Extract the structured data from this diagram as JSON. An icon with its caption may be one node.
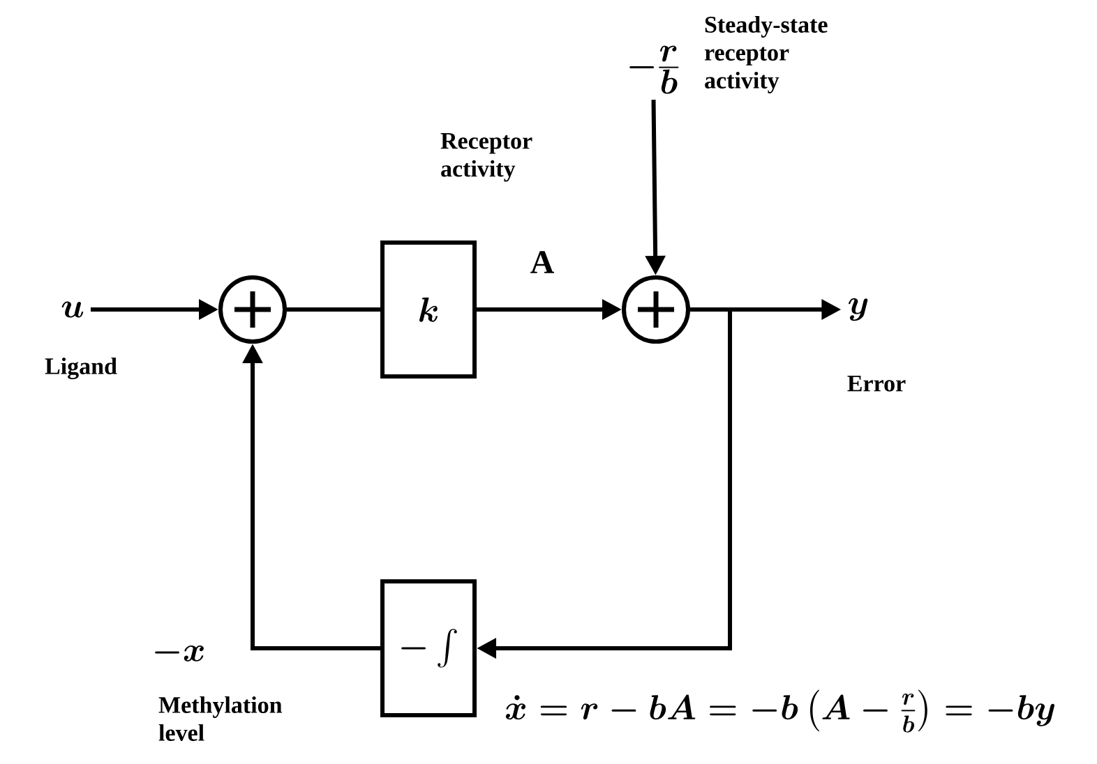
{
  "diagram": {
    "nodes": [
      {
        "text": [
          "u"
        ],
        "beside": [
          "Ligand"
        ]
      },
      {
        "text": [],
        "shape": "circle"
      },
      {
        "text": [
          "k"
        ]
      },
      {
        "text": [],
        "shape": "circle"
      },
      {
        "text": [
          "y"
        ],
        "beside": [
          "Error"
        ]
      },
      {
        "text": [
          "-\\frac{r}{b}"
        ],
        "beside": [
          "Steady-state receptor activity"
        ]
      },
      {
        "text": [
          "-\\int"
        ]
      }
    ],
    "edges": [
      {
        "from": 0,
        "to": 1,
        "arrow": "to"
      },
      {
        "from": 1,
        "to": 2,
        "arrow": "none"
      },
      {
        "from": 2,
        "to": 3,
        "arrow": "to",
        "label": "A"
      },
      {
        "from": 5,
        "to": 3,
        "arrow": "to"
      },
      {
        "from": 3,
        "to": 4,
        "arrow": "to"
      },
      {
        "from": 3,
        "to": 6,
        "arrow": "to"
      },
      {
        "from": 6,
        "to": 1,
        "arrow": "to"
      }
    ],
    "labels": [
      "Receptor activity",
      "-x",
      "Methylation level",
      "\\dot{x}=r-bA=-b\\left(A-\\frac{r}{b}\\right)=-by"
    ]
  }
}
